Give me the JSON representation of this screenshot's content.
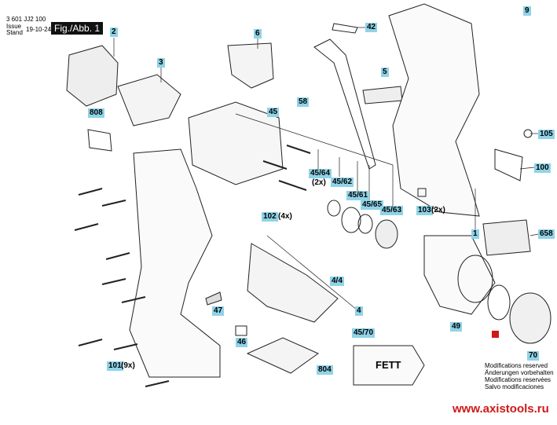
{
  "header": {
    "part_number": "3 601 JJ2 100",
    "issue_label": "Issue",
    "stand_label": "Stand",
    "date": "19-10-24",
    "figure": "Fig./Abb. 1"
  },
  "labels": [
    {
      "id": "2",
      "qty": ""
    },
    {
      "id": "3",
      "qty": ""
    },
    {
      "id": "6",
      "qty": ""
    },
    {
      "id": "42",
      "qty": ""
    },
    {
      "id": "9",
      "qty": ""
    },
    {
      "id": "808",
      "qty": ""
    },
    {
      "id": "5",
      "qty": ""
    },
    {
      "id": "45",
      "qty": ""
    },
    {
      "id": "58",
      "qty": ""
    },
    {
      "id": "105",
      "qty": ""
    },
    {
      "id": "100",
      "qty": ""
    },
    {
      "id": "45/64",
      "qty": "(2x)"
    },
    {
      "id": "45/62",
      "qty": ""
    },
    {
      "id": "45/61",
      "qty": ""
    },
    {
      "id": "45/65",
      "qty": ""
    },
    {
      "id": "45/63",
      "qty": ""
    },
    {
      "id": "102",
      "qty": "(4x)"
    },
    {
      "id": "103",
      "qty": "(2x)"
    },
    {
      "id": "1",
      "qty": ""
    },
    {
      "id": "658",
      "qty": ""
    },
    {
      "id": "4/4",
      "qty": ""
    },
    {
      "id": "47",
      "qty": ""
    },
    {
      "id": "49",
      "qty": ""
    },
    {
      "id": "4",
      "qty": ""
    },
    {
      "id": "46",
      "qty": ""
    },
    {
      "id": "45/70",
      "qty": ""
    },
    {
      "id": "804",
      "qty": ""
    },
    {
      "id": "70",
      "qty": ""
    },
    {
      "id": "101",
      "qty": "(9x)"
    }
  ],
  "grease_label": "FETT",
  "modifications": [
    "Modifications reserved",
    "Änderungen vorbehalten",
    "Modifications reservées",
    "Salvo modificaciones"
  ],
  "watermark": "www.axistools.ru",
  "colors": {
    "label_bg": "#8fd3e8",
    "watermark": "#d01818"
  }
}
